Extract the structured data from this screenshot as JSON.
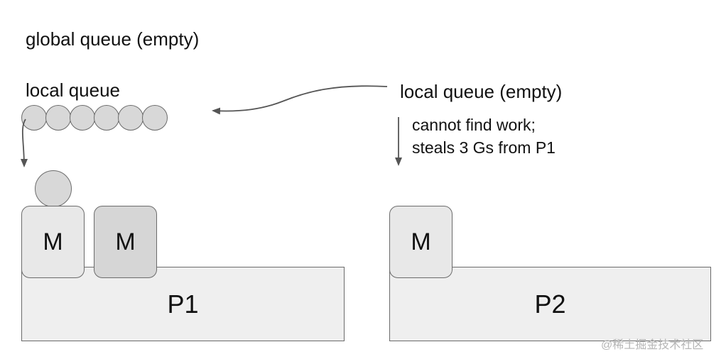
{
  "global_queue_label": "global queue (empty)",
  "p1": {
    "local_queue_label": "local queue",
    "queue_items": 6,
    "running_goroutines": 1,
    "name": "P1",
    "machines": [
      {
        "label": "M",
        "color": "#e8e8e8"
      },
      {
        "label": "M",
        "color": "#d6d6d6"
      }
    ]
  },
  "p2": {
    "local_queue_label": "local queue (empty)",
    "note_line1": "cannot find work;",
    "note_line2": "steals 3 Gs from P1",
    "name": "P2",
    "machines": [
      {
        "label": "M",
        "color": "#e8e8e8"
      }
    ]
  },
  "colors": {
    "stroke": "#6b6b6b",
    "processor_fill": "#efefef",
    "goroutine_fill": "#d8d8d8"
  },
  "watermark": "@稀土掘金技术社区"
}
